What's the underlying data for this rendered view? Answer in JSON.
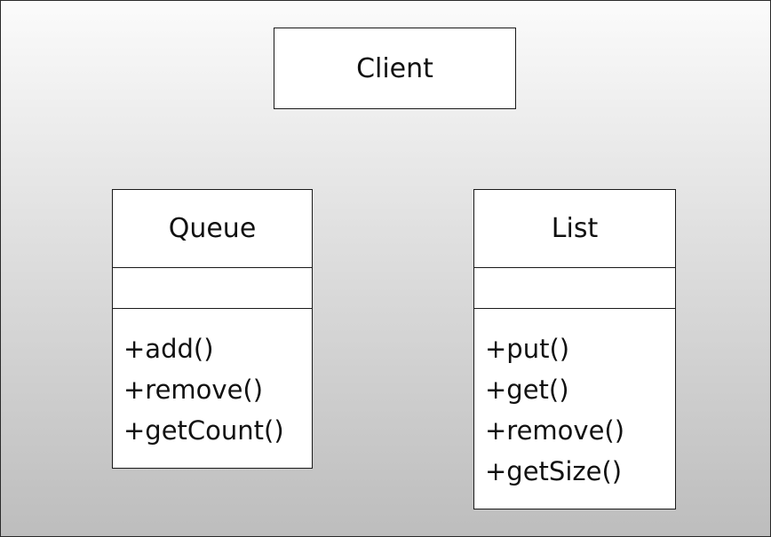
{
  "client": {
    "label": "Client"
  },
  "classes": [
    {
      "name": "Queue",
      "attributes": [],
      "operations": [
        "+add()",
        "+remove()",
        "+getCount()"
      ]
    },
    {
      "name": "List",
      "attributes": [],
      "operations": [
        "+put()",
        "+get()",
        "+remove()",
        "+getSize()"
      ]
    }
  ],
  "colors": {
    "box_fill": "#ffffff",
    "border": "#1a1a1a",
    "background_top": "#fbfbfb",
    "background_bottom": "#bdbdbd"
  }
}
